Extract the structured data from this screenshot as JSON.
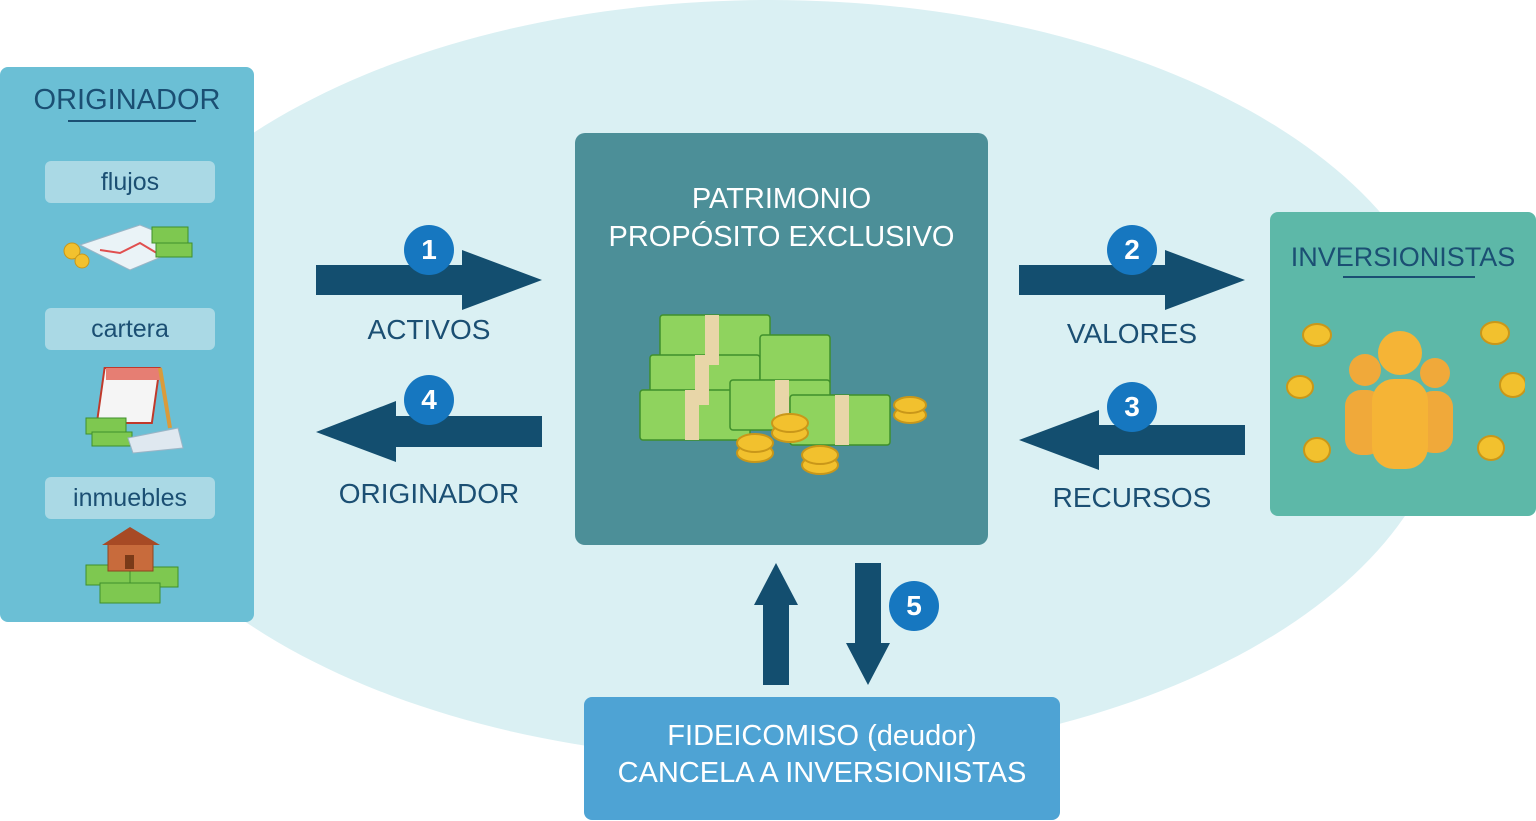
{
  "originador_panel": {
    "title": "ORIGINADOR",
    "items": [
      {
        "label": "flujos",
        "icon": "cash-chart-icon"
      },
      {
        "label": "cartera",
        "icon": "calendar-cash-icon"
      },
      {
        "label": "inmuebles",
        "icon": "house-cash-icon"
      }
    ]
  },
  "center": {
    "title_line1": "PATRIMONIO",
    "title_line2": "PROPÓSITO EXCLUSIVO",
    "icon": "money-stacks-icon"
  },
  "investors": {
    "title": "INVERSIONISTAS",
    "icon": "people-coins-icon"
  },
  "trust": {
    "line1": "FIDEICOMISO (deudor)",
    "line2": "CANCELA A INVERSIONISTAS"
  },
  "flows": [
    {
      "step": "1",
      "label": "ACTIVOS"
    },
    {
      "step": "2",
      "label": "VALORES"
    },
    {
      "step": "3",
      "label": "RECURSOS"
    },
    {
      "step": "4",
      "label": "ORIGINADOR"
    },
    {
      "step": "5",
      "label": ""
    }
  ],
  "colors": {
    "arrow": "#134e6f",
    "badge": "#1677c0",
    "background_ellipse": "#daf0f3",
    "originador_panel": "#6bbfd5",
    "center_box": "#4c8f98",
    "investors_panel": "#5db8a8",
    "trust_box": "#4ea3d4"
  }
}
